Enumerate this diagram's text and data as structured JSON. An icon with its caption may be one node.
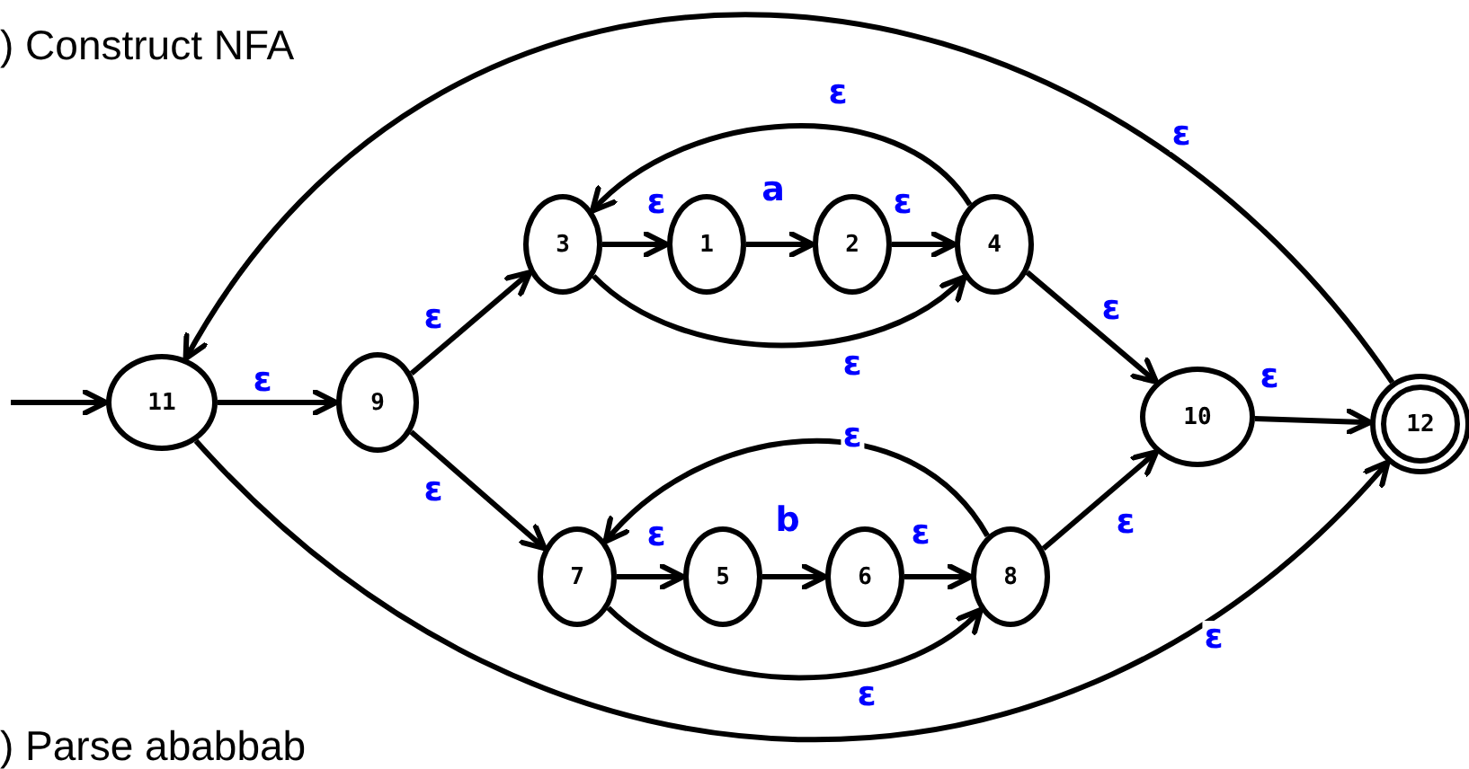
{
  "diagram": {
    "nodes": [
      {
        "text": [
          "11"
        ]
      },
      {
        "text": [
          "9"
        ]
      },
      {
        "text": [
          "3"
        ]
      },
      {
        "text": [
          "1"
        ]
      },
      {
        "text": [
          "2"
        ]
      },
      {
        "text": [
          "4"
        ]
      },
      {
        "text": [
          "7"
        ]
      },
      {
        "text": [
          "5"
        ]
      },
      {
        "text": [
          "6"
        ]
      },
      {
        "text": [
          "8"
        ]
      },
      {
        "text": [
          "10"
        ]
      },
      {
        "text": [
          "12"
        ]
      }
    ],
    "edges": [
      {
        "from": null,
        "to": 0,
        "arrow": "to"
      },
      {
        "from": 0,
        "to": 1,
        "arrow": "to",
        "label": "ε"
      },
      {
        "from": 1,
        "to": 2,
        "arrow": "to",
        "label": "ε"
      },
      {
        "from": 1,
        "to": 6,
        "arrow": "to",
        "label": "ε"
      },
      {
        "from": 2,
        "to": 3,
        "arrow": "to",
        "label": "ε"
      },
      {
        "from": 3,
        "to": 4,
        "arrow": "to",
        "label": "a"
      },
      {
        "from": 4,
        "to": 5,
        "arrow": "to",
        "label": "ε"
      },
      {
        "from": 5,
        "to": 2,
        "arrow": "to",
        "label": "ε"
      },
      {
        "from": 2,
        "to": 5,
        "arrow": "to",
        "label": "ε"
      },
      {
        "from": 6,
        "to": 7,
        "arrow": "to",
        "label": "ε"
      },
      {
        "from": 7,
        "to": 8,
        "arrow": "to",
        "label": "b"
      },
      {
        "from": 8,
        "to": 9,
        "arrow": "to",
        "label": "ε"
      },
      {
        "from": 9,
        "to": 6,
        "arrow": "to",
        "label": "ε"
      },
      {
        "from": 6,
        "to": 9,
        "arrow": "to",
        "label": "ε"
      },
      {
        "from": 5,
        "to": 10,
        "arrow": "to",
        "label": "ε"
      },
      {
        "from": 9,
        "to": 10,
        "arrow": "to",
        "label": "ε"
      },
      {
        "from": 10,
        "to": 11,
        "arrow": "to",
        "label": "ε"
      },
      {
        "from": 11,
        "to": 0,
        "arrow": "to",
        "label": "ε"
      },
      {
        "from": 0,
        "to": 11,
        "arrow": "to",
        "label": "ε"
      }
    ],
    "labels": [
      ")  Construct NFA",
      ")  Parse ababbab"
    ]
  }
}
